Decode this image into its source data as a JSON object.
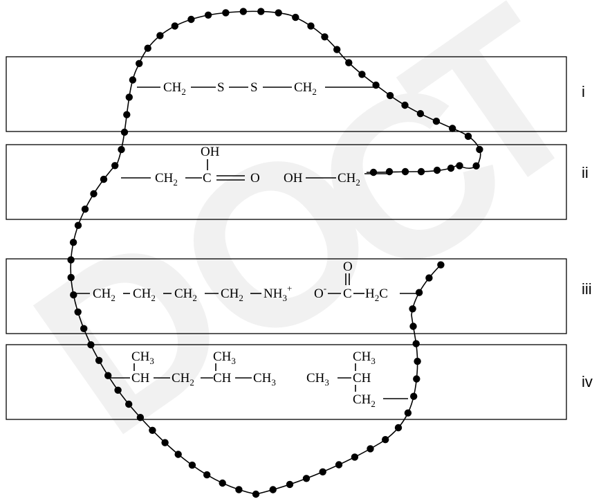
{
  "watermark": {
    "text": "DOCT",
    "letters": [
      "D",
      "O",
      "C",
      "T"
    ]
  },
  "rows": [
    {
      "id": "i",
      "label": "i"
    },
    {
      "id": "ii",
      "label": "ii"
    },
    {
      "id": "iii",
      "label": "iii"
    },
    {
      "id": "iv",
      "label": "iv"
    }
  ],
  "row_i": {
    "ch2_left": "CH",
    "ch2_left_sub": "2",
    "s1": "S",
    "s2": "S",
    "ch2_right": "CH",
    "ch2_right_sub": "2"
  },
  "row_ii": {
    "ch2": "CH",
    "ch2_sub": "2",
    "oh_top": "OH",
    "c": "C",
    "o": "O",
    "oh": "OH",
    "ch2_b": "CH",
    "ch2_b_sub": "2"
  },
  "row_iii": {
    "ch2_1": "CH",
    "ch2_1_sub": "2",
    "ch2_2": "CH",
    "ch2_2_sub": "2",
    "ch2_3": "CH",
    "ch2_3_sub": "2",
    "ch2_4": "CH",
    "ch2_4_sub": "2",
    "nh3": "NH",
    "nh3_sub": "3",
    "nh3_sup": "+",
    "o_minus": "O",
    "o_minus_sup": "-",
    "o_top": "O",
    "c": "C",
    "h2c": "H",
    "h2c_sub": "2",
    "h2c_tail": "C"
  },
  "row_iv": {
    "ch3_a": "CH",
    "ch3_a_sub": "3",
    "ch_a": "CH",
    "ch2": "CH",
    "ch2_sub": "2",
    "ch3_b": "CH",
    "ch3_b_sub": "3",
    "ch_b": "CH",
    "ch3_c": "CH",
    "ch3_c_sub": "3",
    "ch3_d": "CH",
    "ch3_d_sub": "3",
    "ch3_e": "CH",
    "ch3_e_sub": "3",
    "ch_c": "CH",
    "ch2_b": "CH",
    "ch2_b_sub": "2"
  }
}
